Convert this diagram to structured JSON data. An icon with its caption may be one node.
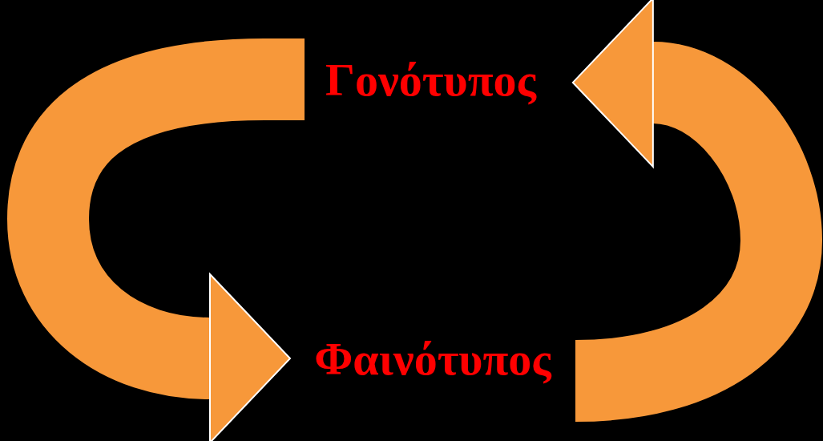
{
  "diagram": {
    "nodes": [
      {
        "text": [
          "Γονότυπος"
        ]
      },
      {
        "text": [
          "Φαινότυπος"
        ]
      }
    ],
    "edges": [
      {
        "from": 0,
        "to": 1,
        "arrow": "to"
      },
      {
        "from": 1,
        "to": 0,
        "arrow": "to"
      }
    ]
  }
}
